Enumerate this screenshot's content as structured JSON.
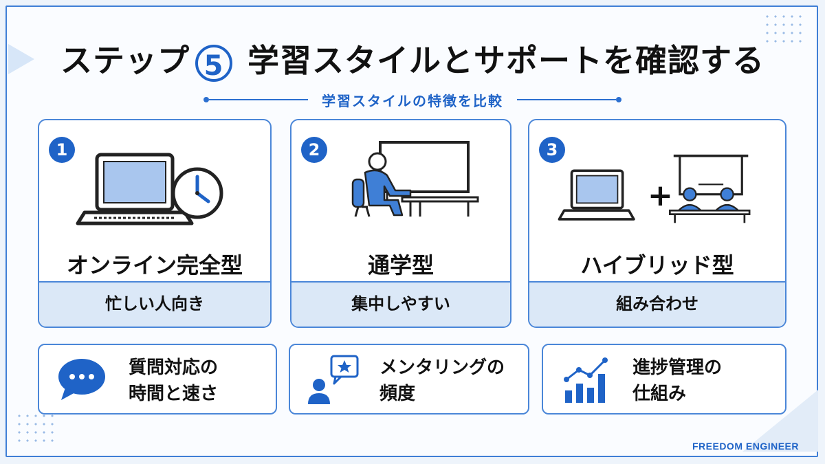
{
  "title": {
    "prefix": "ステップ",
    "number": "5",
    "suffix": "学習スタイルとサポートを確認する"
  },
  "subtitle": "学習スタイルの特徴を比較",
  "cards": [
    {
      "badge": "1",
      "name": "オンライン完全型",
      "note": "忙しい人向き",
      "illustration": "laptop-and-clock"
    },
    {
      "badge": "2",
      "name": "通学型",
      "note": "集中しやすい",
      "illustration": "person-at-desk-whiteboard"
    },
    {
      "badge": "3",
      "name": "ハイブリッド型",
      "note": "組み合わせ",
      "illustration": "laptop-plus-classroom",
      "plus": "+"
    }
  ],
  "features": [
    {
      "icon": "chat-bubble-icon",
      "line1": "質問対応の",
      "line2": "時間と速さ"
    },
    {
      "icon": "mentor-star-icon",
      "line1": "メンタリングの",
      "line2": "頻度"
    },
    {
      "icon": "progress-chart-icon",
      "line1": "進捗管理の",
      "line2": "仕組み"
    }
  ],
  "brand": "FREEDOM ENGINEER",
  "colors": {
    "accent": "#1f63c7",
    "card_border": "#4a86d8",
    "card_footer": "#dbe8f7",
    "background": "#eef4fb"
  }
}
